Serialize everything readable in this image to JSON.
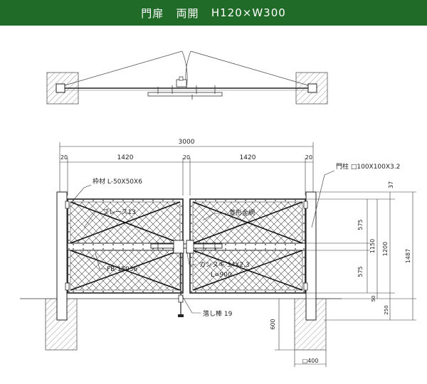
{
  "header": {
    "title_main": "門扉",
    "title_type": "両開",
    "title_size": "H120×W300"
  },
  "plan_view": {},
  "elevation": {
    "dims_top": {
      "total": "3000",
      "left_post": "20",
      "left_leaf": "1420",
      "center_gap": "20",
      "right_leaf": "1420",
      "right_post": "20"
    },
    "dims_right": {
      "top_gap": "37",
      "upper_panel": "575",
      "lower_panel": "575",
      "panel_height": "1150",
      "gate_height": "1200",
      "total_height": "1487",
      "bottom_clear": "50",
      "ground_gap": "250"
    },
    "dims_foundation": {
      "depth": "600",
      "width": "□400"
    },
    "labels": {
      "post": "門柱 □100X100X3.2",
      "frame": "枠材 L-50X50X6",
      "brace": "ブレース13",
      "mesh": "菱形金網",
      "flat_bar": "FB-15036",
      "latch": "カンヌキ 34X2.3",
      "latch_len": "L=900",
      "drop_rod": "落し棒 19"
    }
  }
}
